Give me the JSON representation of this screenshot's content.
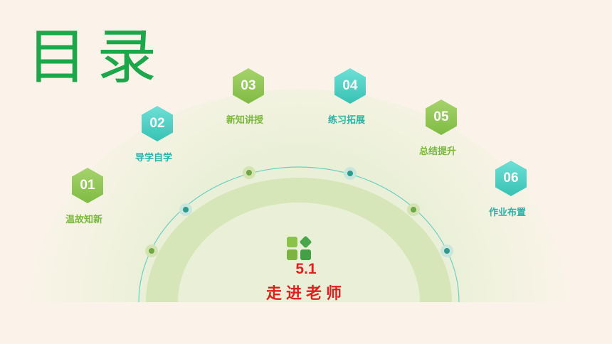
{
  "title": "目录",
  "items": [
    {
      "num": "01",
      "label": "温故知新"
    },
    {
      "num": "02",
      "label": "导学自学"
    },
    {
      "num": "03",
      "label": "新知讲授"
    },
    {
      "num": "04",
      "label": "练习拓展"
    },
    {
      "num": "05",
      "label": "总结提升"
    },
    {
      "num": "06",
      "label": "作业布置"
    }
  ],
  "center": {
    "number": "5.1",
    "title": "走进老师"
  },
  "colors": {
    "green": "#7fbb43",
    "teal": "#37c2b4",
    "title": "#1aa84a",
    "red": "#e0201f",
    "background": "#fbf3ea"
  }
}
